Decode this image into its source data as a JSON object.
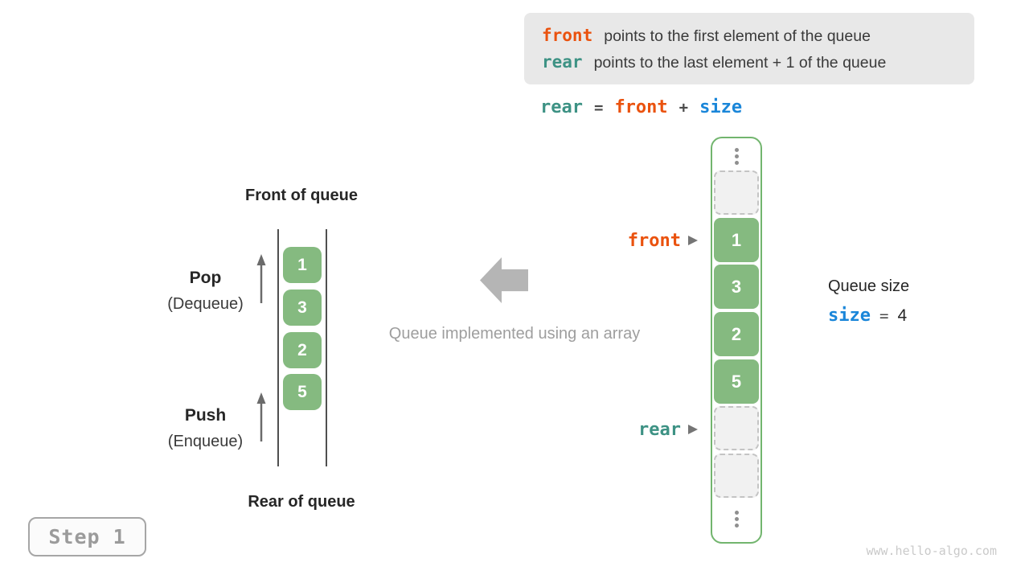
{
  "colors": {
    "accent_orange": "#ea520e",
    "accent_teal": "#3d9284",
    "accent_blue": "#1a86d9",
    "cell_green": "#85ba80",
    "array_border_green": "#72b56e",
    "muted_gray": "#9e9e9e"
  },
  "info_box": {
    "line1_code": "front",
    "line1_text": "points to the first element of the queue",
    "line2_code": "rear",
    "line2_text": "points to the last element + 1 of the queue"
  },
  "formula": {
    "rear": "rear",
    "equals": "=",
    "front": "front",
    "plus": "+",
    "size": "size"
  },
  "left_queue": {
    "top_label": "Front of queue",
    "bottom_label": "Rear of queue",
    "pop_title": "Pop",
    "pop_subtitle": "(Dequeue)",
    "push_title": "Push",
    "push_subtitle": "(Enqueue)",
    "cells": [
      "1",
      "3",
      "2",
      "5"
    ]
  },
  "center_caption": "Queue implemented using an array",
  "array": {
    "front_label": "front",
    "rear_label": "rear",
    "values": [
      "1",
      "3",
      "2",
      "5"
    ]
  },
  "queue_size": {
    "label": "Queue size",
    "code": "size",
    "equals": "=",
    "value": "4"
  },
  "step_badge": "Step 1",
  "watermark": "www.hello-algo.com"
}
